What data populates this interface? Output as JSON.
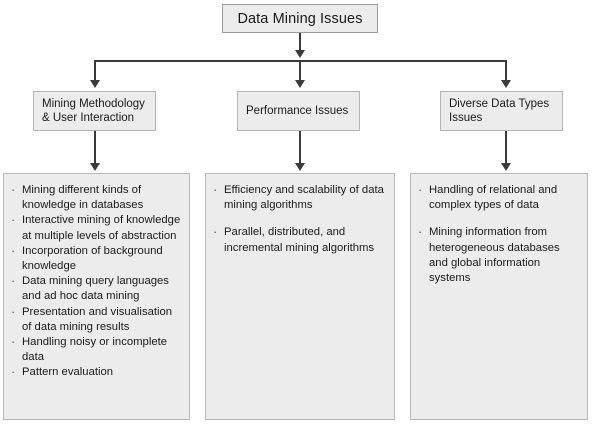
{
  "diagram": {
    "type": "hierarchy-flowchart",
    "root": {
      "id": "data-mining-issues",
      "label": "Data Mining Issues"
    },
    "branches": [
      {
        "id": "mining-methodology",
        "label": "Mining Methodology\n& User Interaction",
        "items": [
          "Mining different kinds of knowledge in databases",
          "Interactive mining of knowledge at multiple levels of abstraction",
          "Incorporation of background knowledge",
          "Data mining query languages and ad hoc data mining",
          "Presentation and visualisation of data mining results",
          "Handling noisy or incomplete data",
          "Pattern evaluation"
        ]
      },
      {
        "id": "performance-issues",
        "label": "Performance Issues",
        "items": [
          "Efficiency and scalability of data mining algorithms",
          "Parallel, distributed, and incremental mining algorithms"
        ]
      },
      {
        "id": "diverse-data-types",
        "label": "Diverse Data Types\nIssues",
        "items": [
          "Handling of relational and complex types of data",
          "Mining information from heterogeneous databases and global information systems"
        ]
      }
    ],
    "colors": {
      "box_fill": "#ececec",
      "box_border": "#b4b4b4",
      "connector": "#3a3a3a",
      "text": "#1a1a1a",
      "background": "#ffffff"
    }
  }
}
